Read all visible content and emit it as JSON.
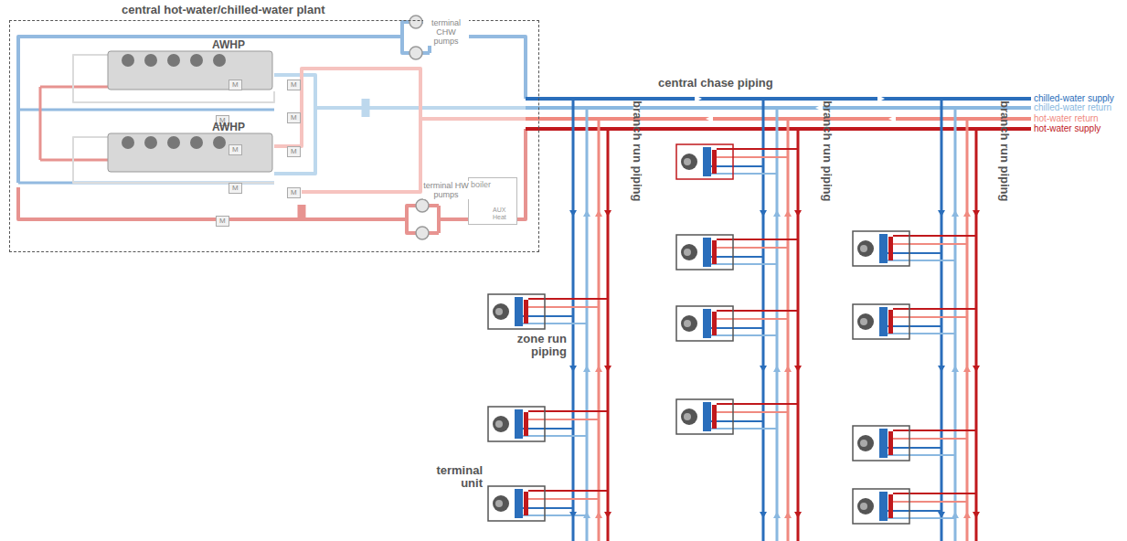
{
  "diagram": {
    "nodes": [
      {
        "text": [
          "central hot-water/chilled-water plant"
        ]
      },
      {
        "text": [
          "M"
        ],
        "in": 0
      },
      {
        "text": [
          "M"
        ],
        "in": 0
      },
      {
        "text": [
          "M"
        ],
        "in": 0
      },
      {
        "text": [
          "M"
        ],
        "in": 0
      },
      {
        "text": [
          "M"
        ],
        "in": 0
      },
      {
        "text": [
          "M"
        ],
        "in": 0
      },
      {
        "text": [
          "M"
        ],
        "in": 0
      },
      {
        "text": [
          "M"
        ],
        "in": 0
      },
      {
        "text": [
          "M"
        ],
        "in": 0
      },
      {
        "text": [
          "boiler",
          "AUX Heat"
        ],
        "in": 0
      }
    ],
    "labels": [
      "AWHP",
      "AWHP",
      "terminal CHW pumps",
      "terminal HW pumps",
      "central chase piping",
      "branch run piping",
      "branch run piping",
      "branch run piping",
      "zone run piping",
      "terminal unit"
    ],
    "legend": [
      {
        "text": "chilled-water supply",
        "color": "#2a6ebb"
      },
      {
        "text": "chilled-water return",
        "color": "#8ab8e0"
      },
      {
        "text": "hot-water return",
        "color": "#f08a80"
      },
      {
        "text": "hot-water supply",
        "color": "#c0181c"
      }
    ]
  }
}
